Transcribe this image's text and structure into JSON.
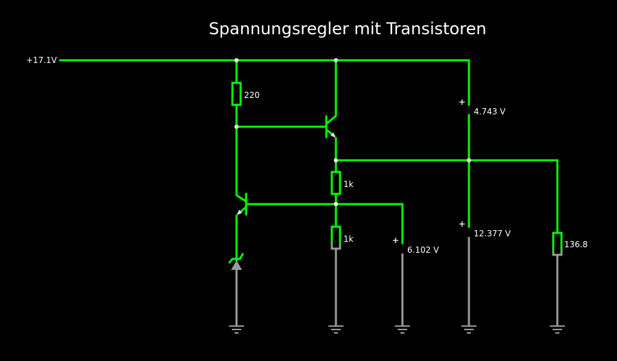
{
  "title": "Spannungsregler mit Transistoren",
  "supply": {
    "label": "+17.1V"
  },
  "components": {
    "r_base": {
      "type": "resistor",
      "value": "220"
    },
    "r_div_top": {
      "type": "resistor",
      "value": "1k"
    },
    "r_div_bottom": {
      "type": "resistor",
      "value": "1k"
    },
    "r_load": {
      "type": "resistor",
      "value": "136.8"
    },
    "q_series": {
      "type": "npn-transistor"
    },
    "q_control": {
      "type": "pnp-transistor"
    },
    "zener": {
      "type": "zener-diode"
    }
  },
  "meters": {
    "vm_divider": {
      "plus": "+",
      "value": "6.102 V"
    },
    "vm_ce": {
      "plus": "+",
      "value": "4.743 V"
    },
    "vm_output": {
      "plus": "+",
      "value": "12.377 V"
    }
  },
  "colors": {
    "background": "#000000",
    "wire_active": "#00ff00",
    "wire_ground": "#9a9a9a",
    "text": "#ffffff"
  }
}
